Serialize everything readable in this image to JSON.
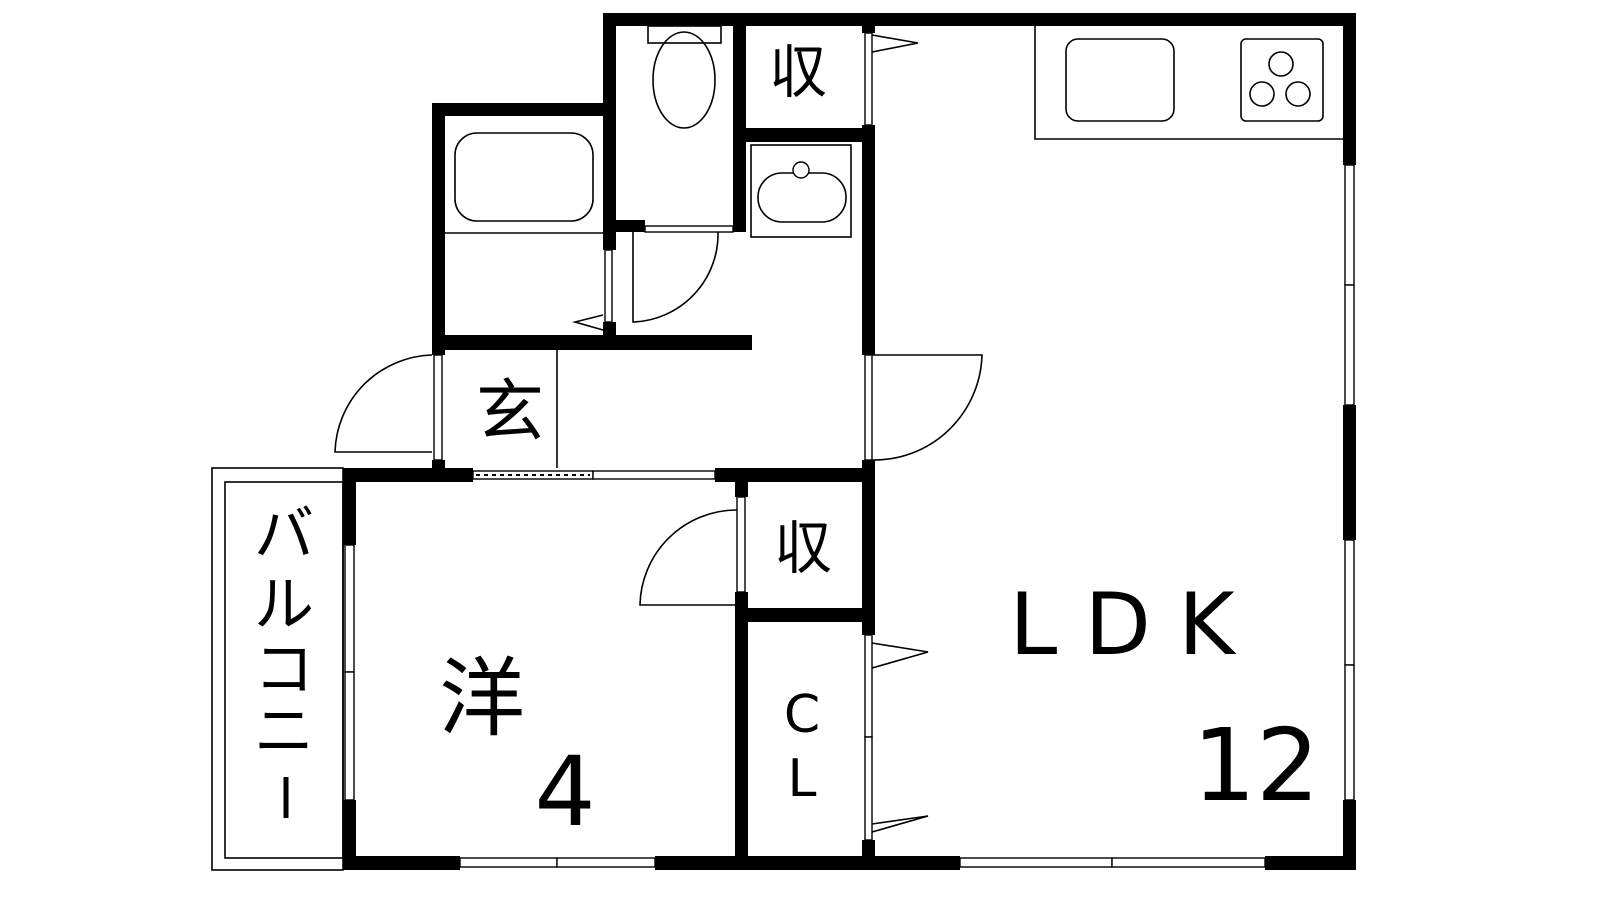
{
  "rooms": {
    "storage_top": "収",
    "entrance": "玄",
    "storage_mid": "収",
    "western_room": "洋",
    "western_room_size": "4",
    "closet_c": "C",
    "closet_l": "L",
    "ldk": "L D K",
    "ldk_size": "12",
    "balcony_chars": [
      "バ",
      "ル",
      "コ",
      "ニ",
      "ー"
    ]
  },
  "colors": {
    "wall": "#000000",
    "background": "#ffffff"
  }
}
